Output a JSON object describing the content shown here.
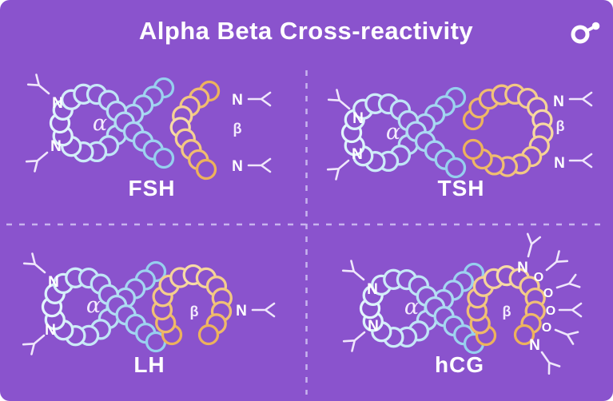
{
  "title": "Alpha Beta Cross-reactivity",
  "logo": {
    "icon": "osmosis-mark"
  },
  "colors": {
    "background": "#8a53cd",
    "divider": "#c7b4ee",
    "text": "#ffffff",
    "greek": "#f3eafd",
    "glycan": "#efe6fb",
    "logo": "#ffffff",
    "alpha_start": "#96cfee",
    "alpha_mid": "#e2f5fc",
    "alpha_end": "#96cfee",
    "beta_start": "#edb25c",
    "beta_mid": "#f7dba6",
    "beta_end": "#edb25c"
  },
  "panels": [
    {
      "name": "FSH",
      "alpha_label": "α",
      "beta_label": "β",
      "left_sites": [
        "N",
        "N"
      ],
      "right_sites": [
        "N",
        "N"
      ]
    },
    {
      "name": "TSH",
      "alpha_label": "α",
      "beta_label": "β",
      "left_sites": [
        "N",
        "N"
      ],
      "right_sites": [
        "N",
        "N"
      ]
    },
    {
      "name": "LH",
      "alpha_label": "α",
      "beta_label": "β",
      "left_sites": [
        "N",
        "N"
      ],
      "right_sites": [
        "N"
      ]
    },
    {
      "name": "hCG",
      "alpha_label": "α",
      "beta_label": "β",
      "left_sites": [
        "N",
        "N"
      ],
      "right_sites": [
        "N",
        "O",
        "O",
        "O",
        "O",
        "N"
      ]
    }
  ]
}
